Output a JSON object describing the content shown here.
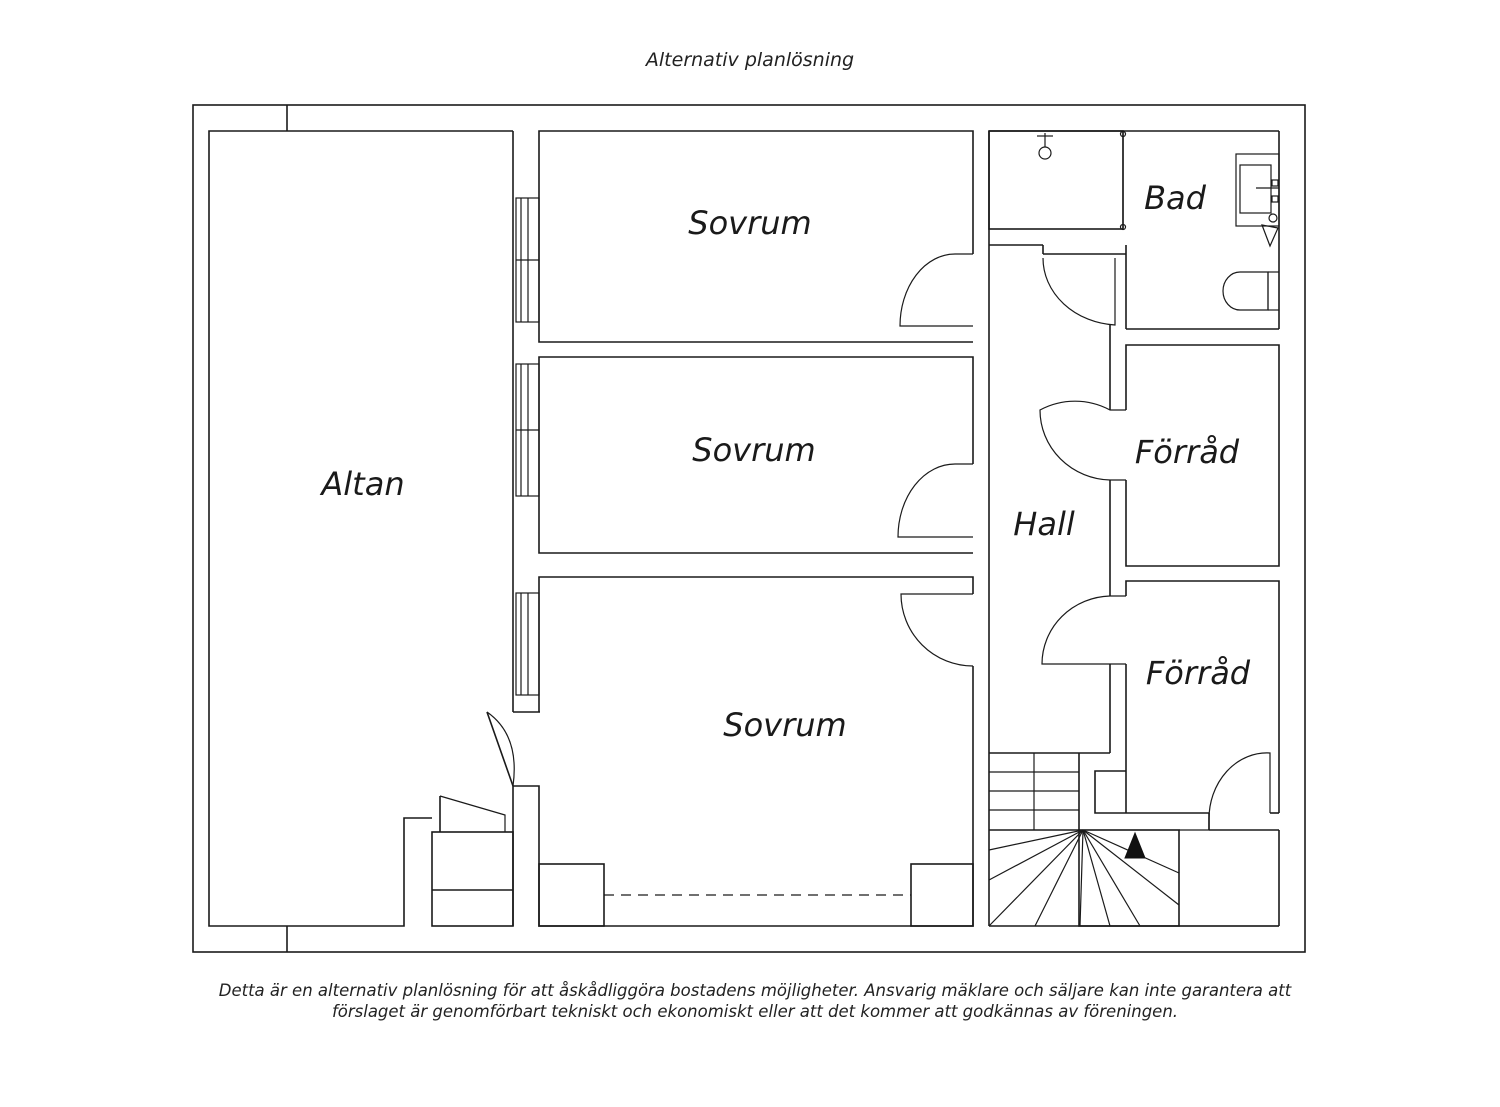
{
  "title": "Alternativ planlösning",
  "rooms": {
    "altan": "Altan",
    "sovrum_1": "Sovrum",
    "sovrum_2": "Sovrum",
    "sovrum_3": "Sovrum",
    "bad": "Bad",
    "forrad_1": "Förråd",
    "forrad_2": "Förråd",
    "hall": "Hall"
  },
  "disclaimer": "Detta är en alternativ planlösning för att åskådliggöra bostadens möjligheter. Ansvarig mäklare och säljare kan inte garantera att förslaget är genomförbart tekniskt och ekonomiskt eller att det kommer att godkännas av föreningen."
}
